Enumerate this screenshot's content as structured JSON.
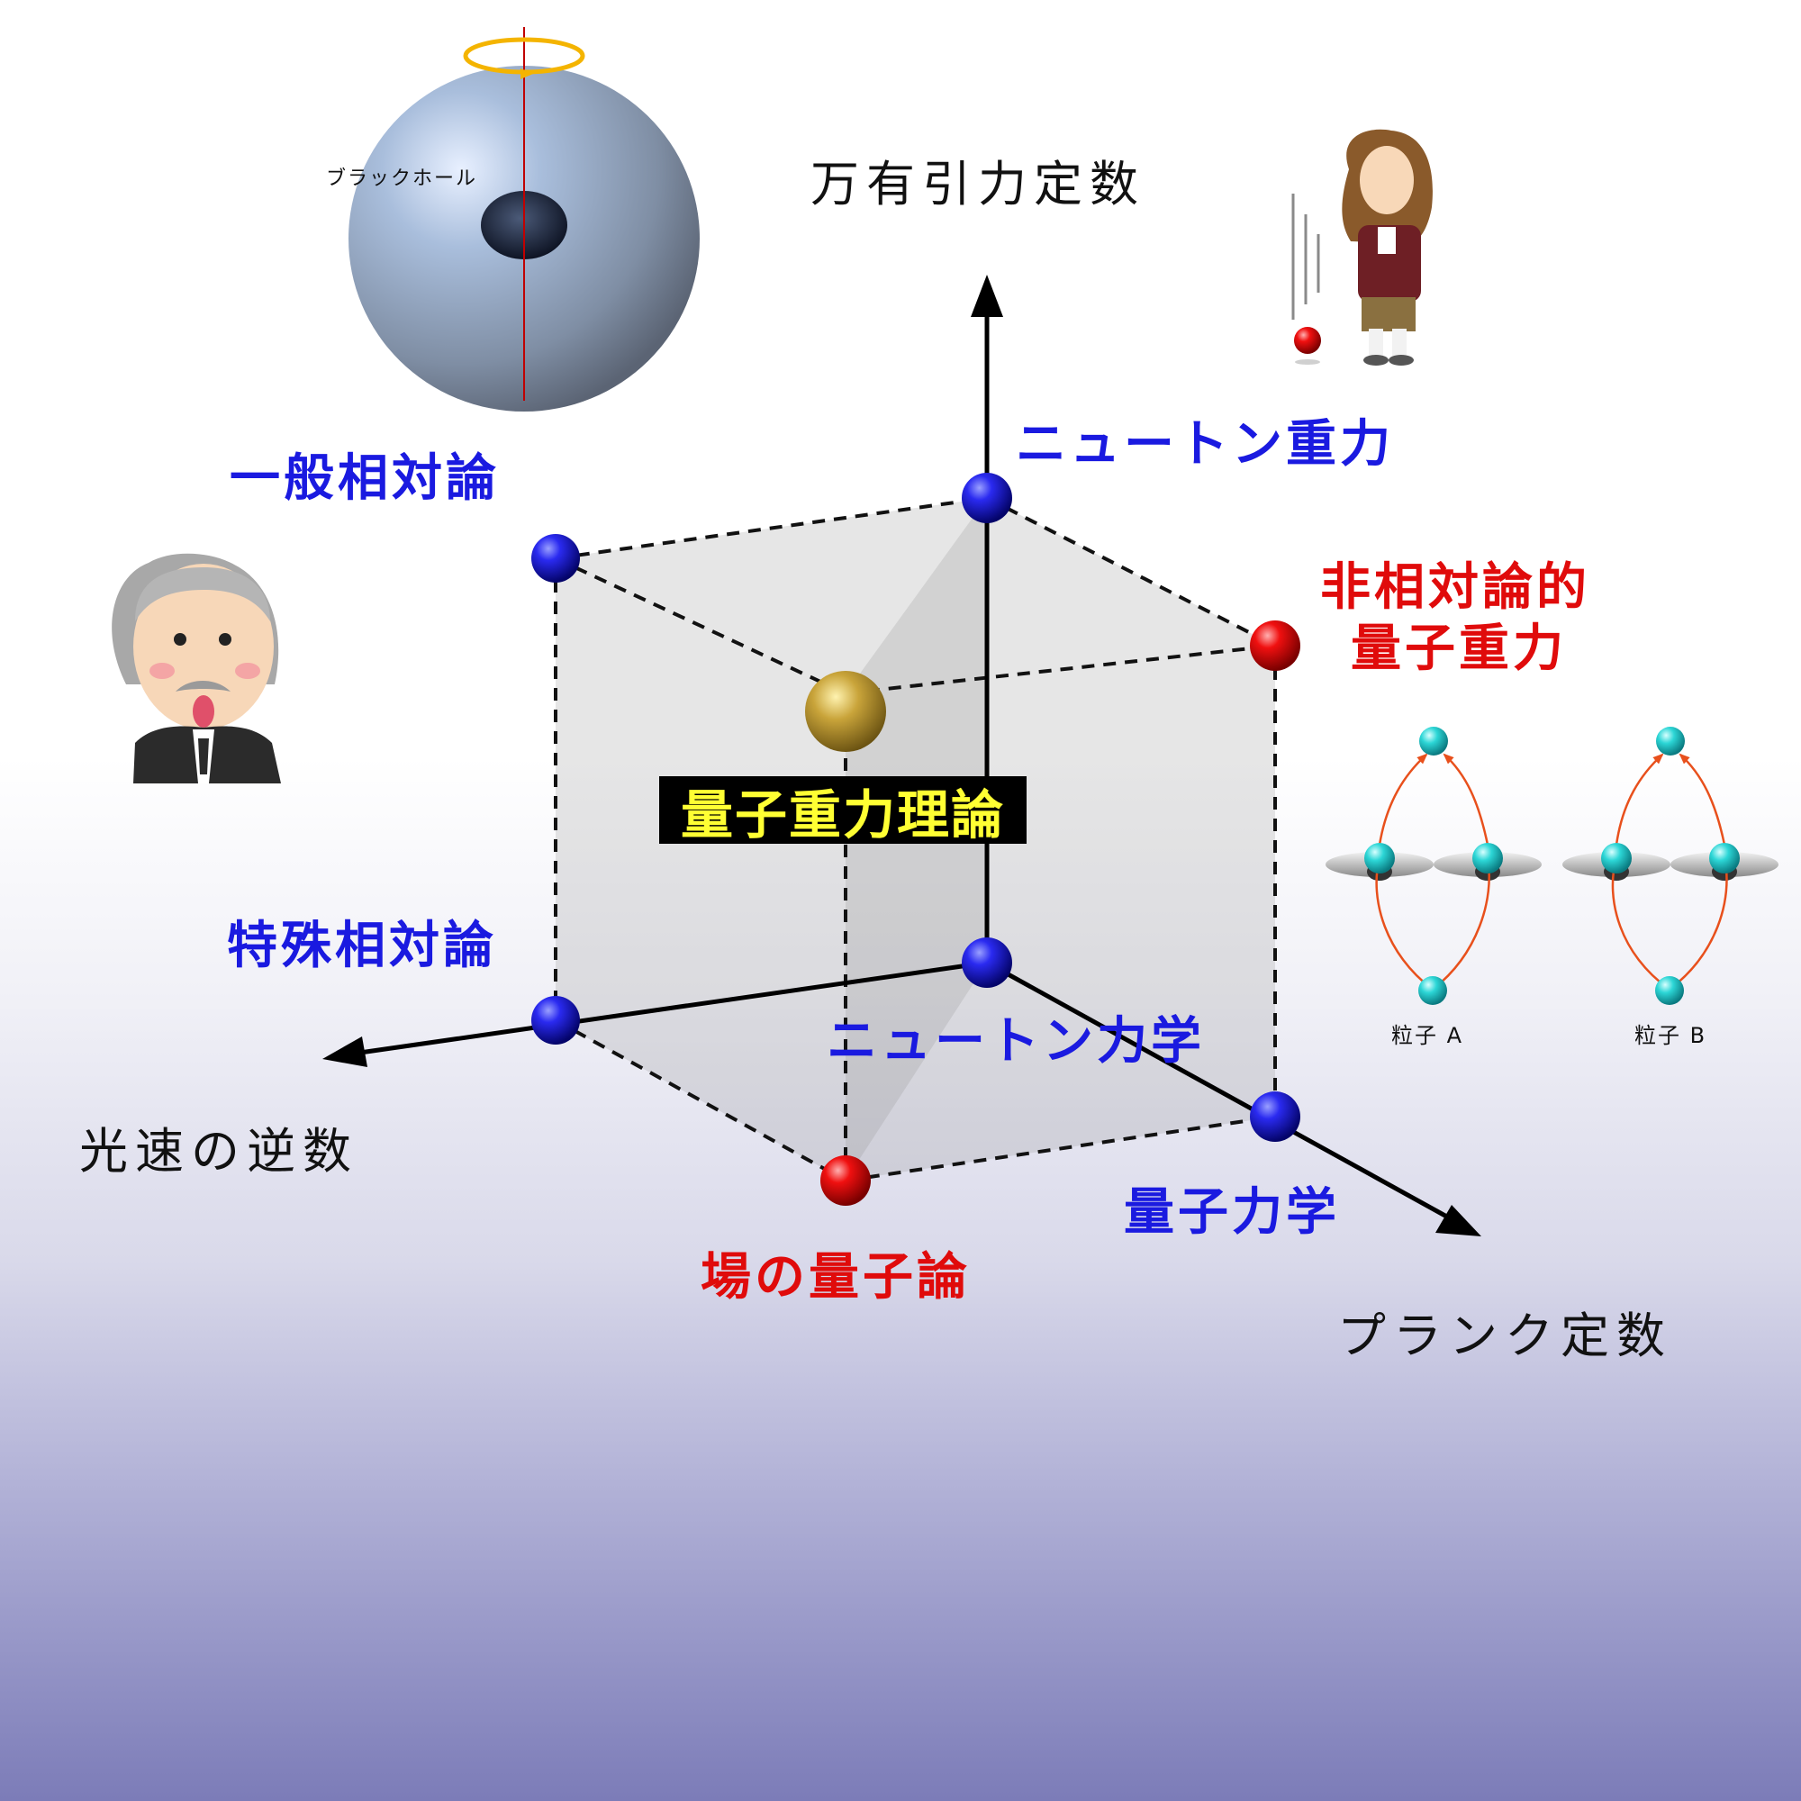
{
  "axes": {
    "gravity": "万有引力定数",
    "inverse_c": "光速の逆数",
    "planck": "プランク定数"
  },
  "vertices": {
    "newton_mechanics": "ニュートン力学",
    "newton_gravity": "ニュートン重力",
    "special_relativity": "特殊相対論",
    "general_relativity": "一般相対論",
    "quantum_mechanics": "量子力学",
    "nonrel_qg_line1": "非相対論的",
    "nonrel_qg_line2": "量子重力",
    "qft": "場の量子論",
    "quantum_gravity": "量子重力理論"
  },
  "illustrations": {
    "black_hole": "ブラックホール",
    "particle_a": "粒子 A",
    "particle_b": "粒子 B"
  },
  "colors": {
    "blue_label": "#1a1ae0",
    "red_label": "#e00b0b",
    "qg_text": "#ffff33",
    "qg_box": "#000000"
  }
}
